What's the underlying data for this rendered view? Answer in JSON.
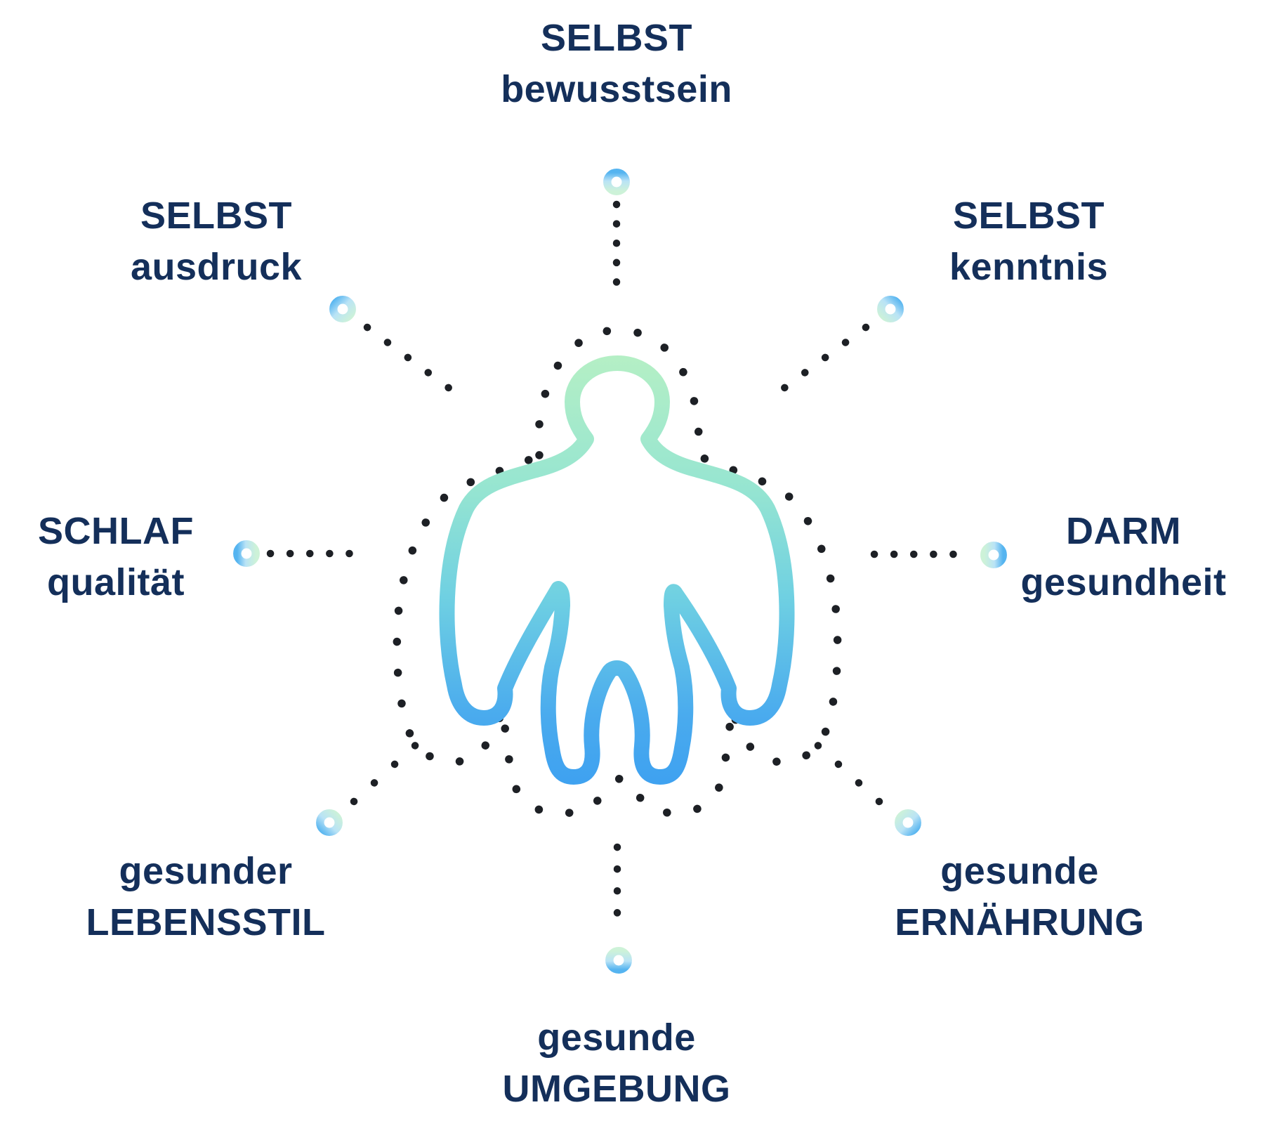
{
  "diagram": {
    "description_center": "person-outline with dotted aura",
    "labels": [
      {
        "id": "self-awareness",
        "position": "top",
        "line1": "SELBST",
        "line2": "bewusstsein"
      },
      {
        "id": "self-knowledge",
        "position": "top-right",
        "line1": "SELBST",
        "line2": "kenntnis"
      },
      {
        "id": "gut-health",
        "position": "right",
        "line1": "DARM",
        "line2": "gesundheit"
      },
      {
        "id": "healthy-nutrition",
        "position": "bottom-right",
        "line1": "gesunde",
        "line2": "ERNÄHRUNG"
      },
      {
        "id": "healthy-environment",
        "position": "bottom",
        "line1": "gesunde",
        "line2": "UMGEBUNG"
      },
      {
        "id": "healthy-lifestyle",
        "position": "bottom-left",
        "line1": "gesunder",
        "line2": "LEBENSSTIL"
      },
      {
        "id": "sleep-quality",
        "position": "left",
        "line1": "SCHLAF",
        "line2": "qualität"
      },
      {
        "id": "self-expression",
        "position": "top-left",
        "line1": "SELBST",
        "line2": "ausdruck"
      }
    ],
    "icons": {
      "center": "person-outline-icon",
      "aura": "dotted-silhouette-outline",
      "spoke_node": "gradient-ring-icon",
      "spoke_line": "dotted-ray"
    },
    "colors": {
      "background": "#ffffff",
      "label_text": "#142f5a",
      "dots": "#1d2025",
      "figure_gradient_top": "#b7f0c4",
      "figure_gradient_mid1": "#96e5d1",
      "figure_gradient_mid2": "#6fd0e2",
      "figure_gradient_bottom": "#3fa2f0",
      "node_blue": "#55b4f0",
      "node_pale": "#b9e3f6",
      "node_green": "#cdf2d8"
    }
  }
}
